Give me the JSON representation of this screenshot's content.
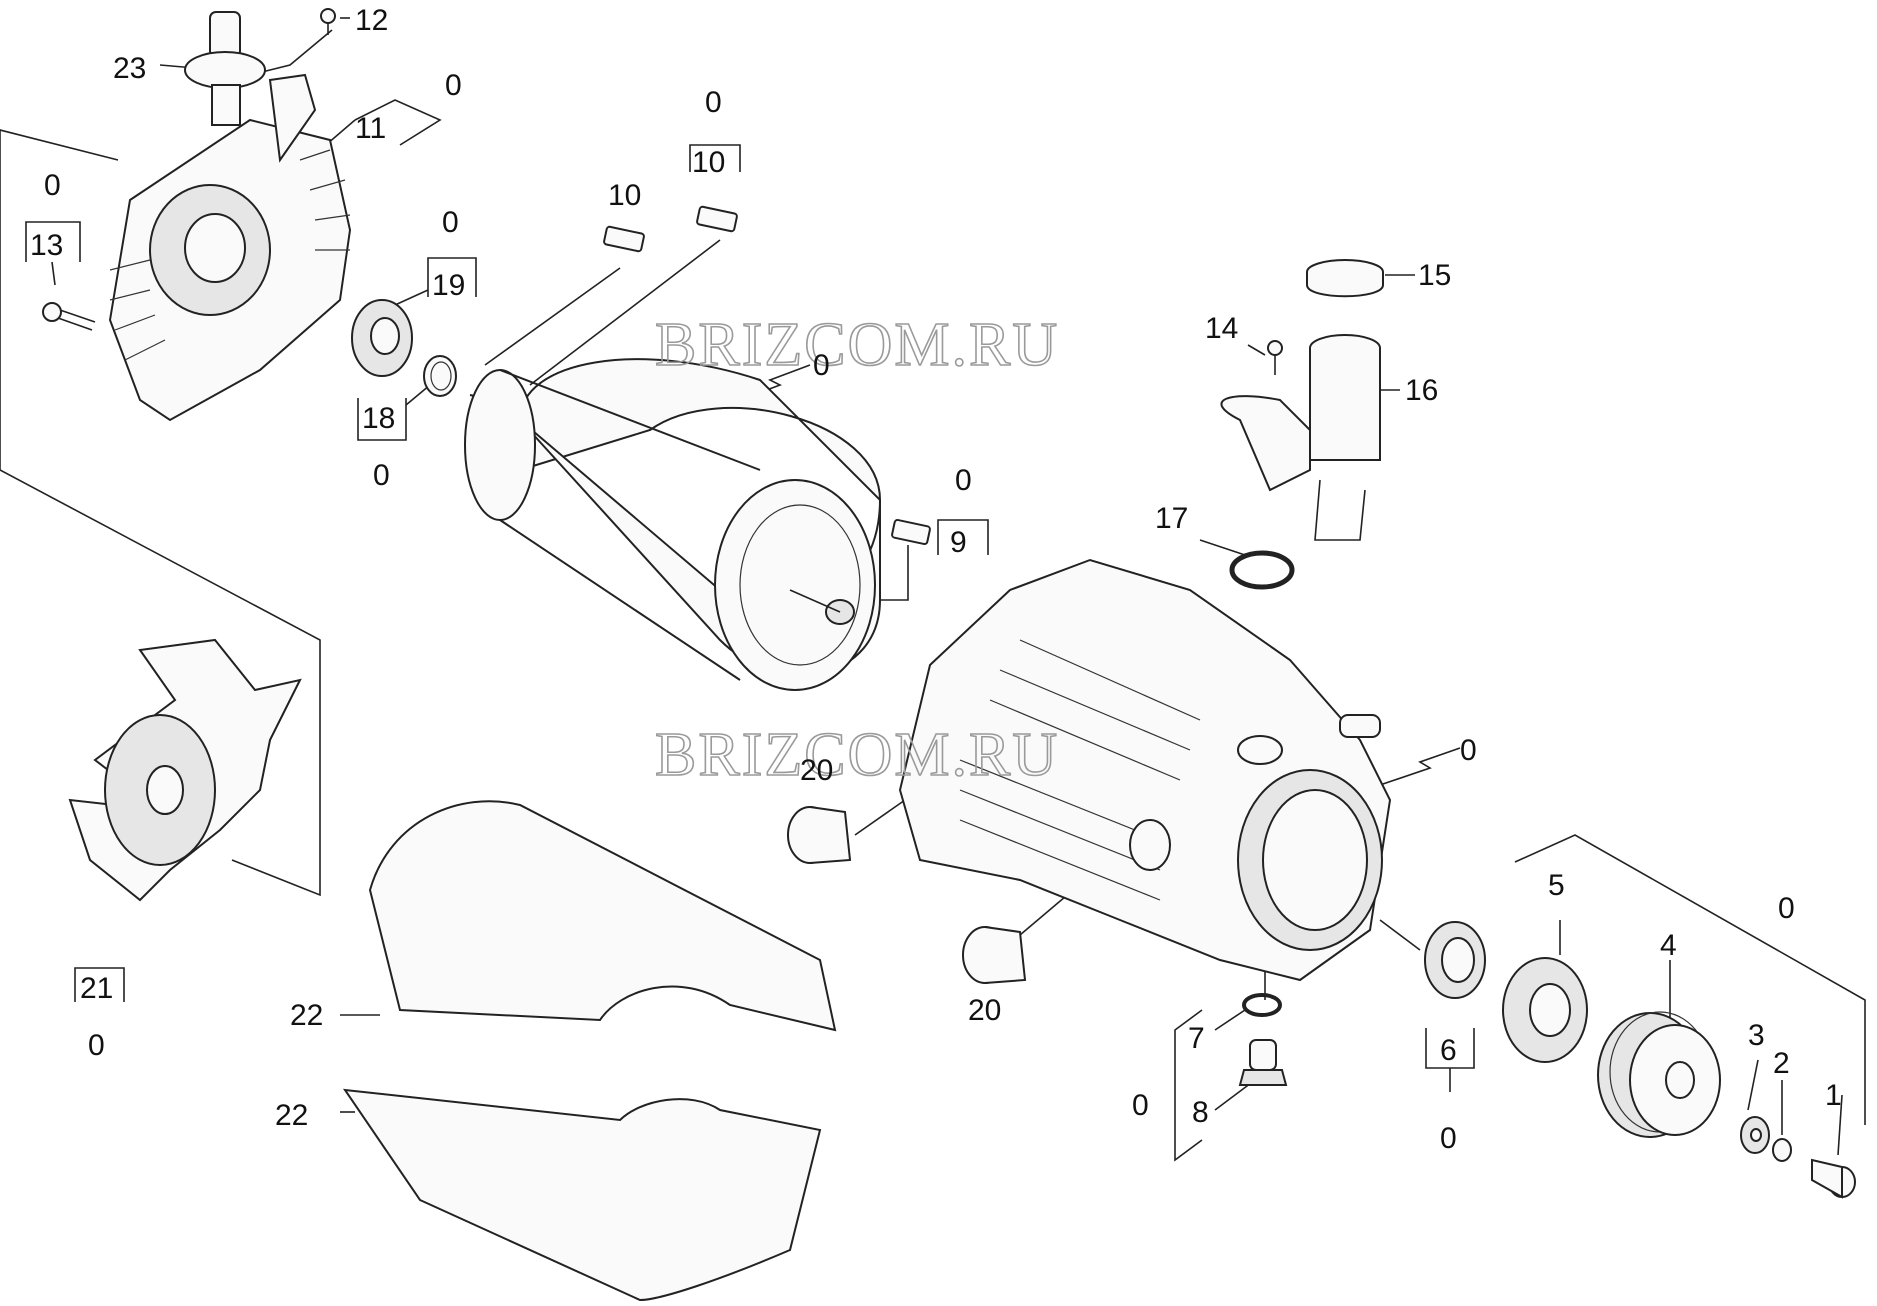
{
  "watermarks": [
    "BRIZCOM.RU",
    "BRIZCOM.RU"
  ],
  "labels": {
    "l23": "23",
    "l12": "12",
    "l11": "11",
    "l11q": "0",
    "l13": "13",
    "l13q": "0",
    "l19": "19",
    "l19q": "0",
    "l18": "18",
    "l18q": "0",
    "l10a": "10",
    "l10b": "10",
    "l10bq": "0",
    "l_motor_q": "0",
    "l15": "15",
    "l14": "14",
    "l16": "16",
    "l17": "17",
    "l9": "9",
    "l9q": "0",
    "l20a": "20",
    "l20b": "20",
    "l_housing_q": "0",
    "l21": "21",
    "l21q": "0",
    "l22a": "22",
    "l22b": "22",
    "l5": "5",
    "l4": "4",
    "l_set_q": "0",
    "l3": "3",
    "l2": "2",
    "l1": "1",
    "l6": "6",
    "l6q": "0",
    "l7": "7",
    "l8": "8",
    "l78q": "0"
  }
}
